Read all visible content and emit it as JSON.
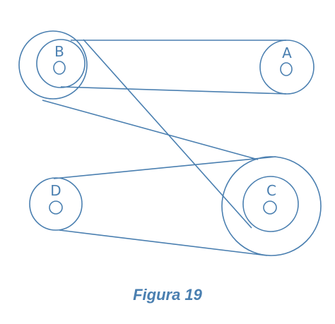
{
  "figure": {
    "caption": "Figura 19",
    "stroke_color": "#4a7fb0",
    "pulleys": [
      {
        "id": "B",
        "label": "B"
      },
      {
        "id": "A",
        "label": "A"
      },
      {
        "id": "D",
        "label": "D"
      },
      {
        "id": "C",
        "label": "C"
      }
    ],
    "belts": [
      {
        "from": "B",
        "to": "A",
        "crossing": "open"
      },
      {
        "from": "B",
        "to": "C",
        "crossing": "crossed"
      },
      {
        "from": "D",
        "to": "C",
        "crossing": "open"
      }
    ]
  }
}
